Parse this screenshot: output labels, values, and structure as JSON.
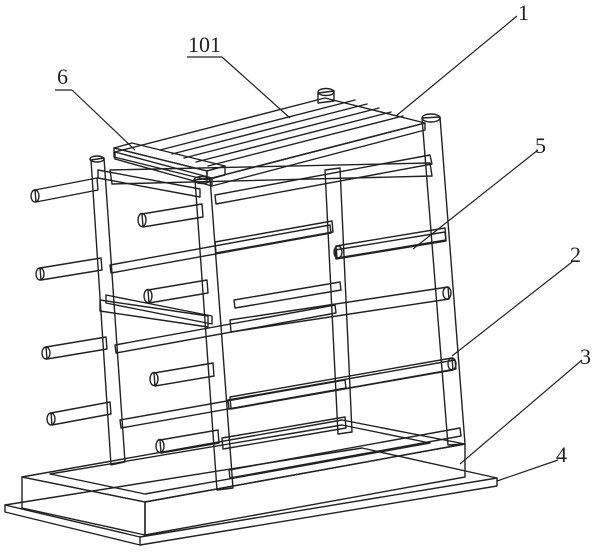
{
  "figure": {
    "labels": {
      "part_1": "1",
      "part_101": "101",
      "part_2": "2",
      "part_3": "3",
      "part_4": "4",
      "part_5": "5",
      "part_6": "6"
    },
    "colors": {
      "stroke": "#222222",
      "fill": "#ffffff",
      "shade": "#f2f2f2"
    }
  }
}
